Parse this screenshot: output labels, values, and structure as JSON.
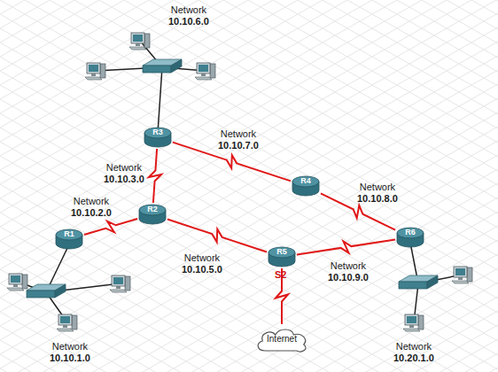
{
  "diagram": {
    "nodes": [
      {
        "text": [
          "R3"
        ]
      },
      {
        "text": [
          "R4"
        ]
      },
      {
        "text": [
          "R2"
        ]
      },
      {
        "text": [
          "R1"
        ]
      },
      {
        "text": [
          "R6"
        ]
      },
      {
        "text": [
          "R5"
        ]
      },
      {
        "text": [
          "Internet"
        ]
      }
    ],
    "edges": [
      {
        "from": 0,
        "to": 1,
        "arrow": "none",
        "label": "Network 10.10.7.0"
      },
      {
        "from": 0,
        "to": 2,
        "arrow": "none",
        "label": "Network 10.10.3.0"
      },
      {
        "from": 1,
        "to": 4,
        "arrow": "none",
        "label": "Network 10.10.8.0"
      },
      {
        "from": 2,
        "to": 3,
        "arrow": "none",
        "label": "Network 10.10.2.0"
      },
      {
        "from": 2,
        "to": 5,
        "arrow": "none",
        "label": "Network 10.10.5.0"
      },
      {
        "from": 5,
        "to": 4,
        "arrow": "none",
        "label": "Network 10.10.9.0"
      },
      {
        "from": 5,
        "to": 6,
        "arrow": "none"
      }
    ],
    "labels": [
      "Network 10.10.6.0",
      "Network 10.10.1.0",
      "Network 10.20.1.0",
      "S2"
    ]
  }
}
